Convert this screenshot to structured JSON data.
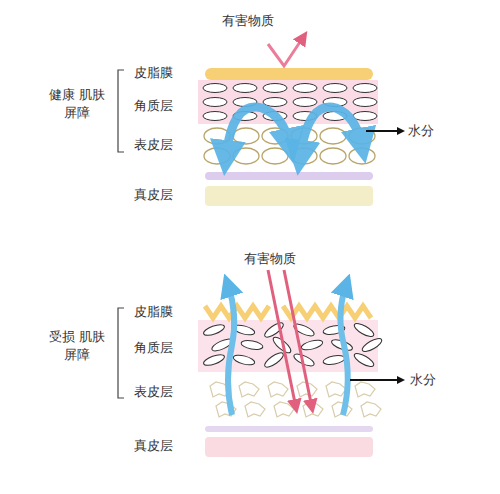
{
  "diagram": {
    "labels": [
      "有害物质",
      "皮脂膜",
      "健康 肌肤屏障",
      "角质层",
      "水分",
      "表皮层",
      "真皮层",
      "有害物质",
      "皮脂膜",
      "受损 肌肤屏障",
      "角质层",
      "水分",
      "表皮层",
      "真皮层"
    ]
  }
}
